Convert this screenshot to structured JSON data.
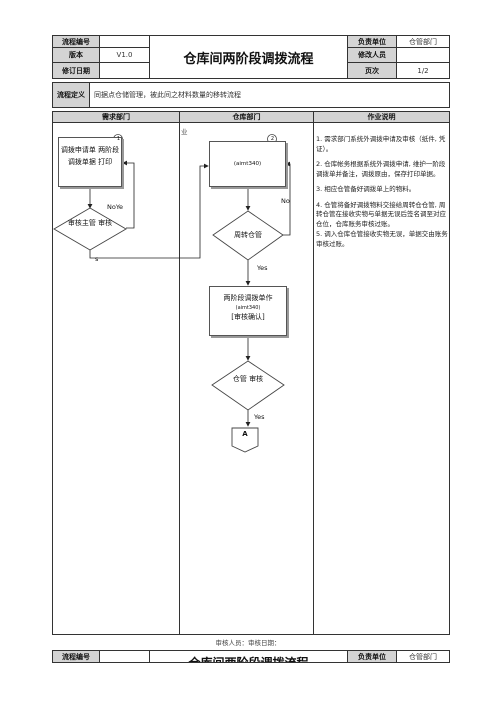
{
  "header": {
    "flow_no_label": "流程编号",
    "version_label": "版本",
    "version_value": "V1.0",
    "revise_date_label": "修订日期",
    "title": "仓库间两阶段调拨流程",
    "owner_label": "负责单位",
    "owner_value": "仓管部门",
    "revisor_label": "修改人员",
    "page_label": "页次",
    "page_value": "1/2",
    "definition_label": "流程定义",
    "definition_value": "同据点仓储管理，被此间之材料数量的移转流程"
  },
  "columns": {
    "col1": "需求部门",
    "col2": "仓库部门",
    "col3": "作业说明"
  },
  "flow": {
    "req_box": "调拨申请单 两阶段调拨单据 打印",
    "req_step": "1",
    "req_decision": "审核主管 审核",
    "noyes": "NoYe",
    "s_label": "s",
    "ye_label": "业",
    "wh_box": "(aimt340)",
    "wh_step": "2",
    "no_label": "No",
    "wh_decision": "周转仓管",
    "yes1": "Yes",
    "wh_box2_line1": "两阶段调拨单作",
    "wh_box2_line2": "(aimt340)",
    "wh_box2_line3": "[审核确认]",
    "wh_decision2": "仓管 审核",
    "yes2": "Yes",
    "connector": "A"
  },
  "notes": [
    "1. 需求部门系统外调拨申请及审核（纸件, 凭证）。",
    "2. 仓库帐务根据系统外调拨申请, 维护一阶段调拨单并备注，调拨原由，保存打印单据。",
    "3. 相应仓管备好调拨单上的物料。",
    "4. 仓管将备好调拨物料交接给周转仓仓管, 周转仓管在接收实物与单据无误后签名调至对应仓位，仓库账务审核过账。",
    "5. 调入仓库仓管接收实物无误，单据交由账务审核过账。"
  ],
  "footer": {
    "signers": "审核人员：审核日期：",
    "flow_no_label": "流程编号",
    "title": "仓库间两阶段调拨流程",
    "owner_label": "负责单位",
    "owner_value": "仓管部门"
  }
}
